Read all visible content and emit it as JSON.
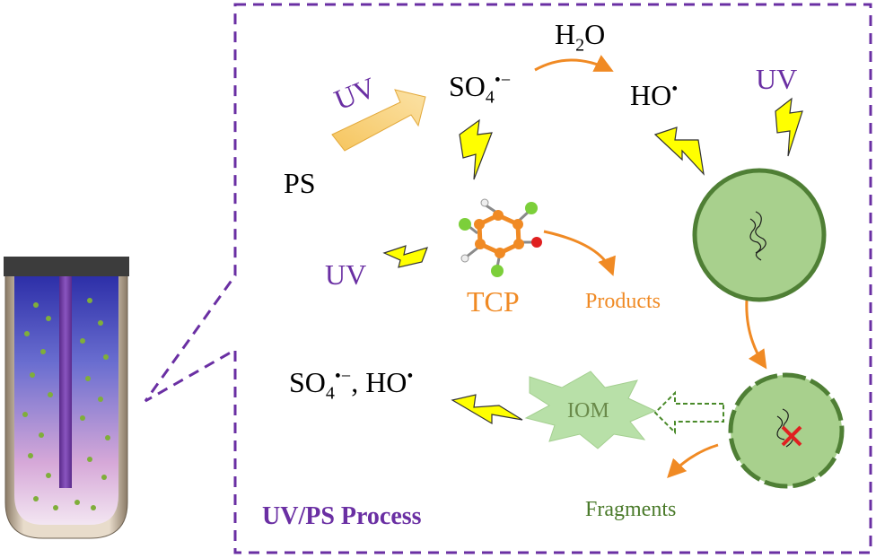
{
  "colors": {
    "frame": "#6a2fa3",
    "arrow": "#f08a24",
    "uv_text": "#6a2fa3",
    "tcp_text": "#f08a24",
    "cell_fill": "#a8d08d",
    "cell_border": "#4f7f35",
    "lightning_fill": "#ffff00",
    "bulb_arrow": "#f5c36b"
  },
  "labels": {
    "uv_top_left": "UV",
    "ps": "PS",
    "so4_main": "SO",
    "so4_sub": "4",
    "so4_sup": "•−",
    "h2o_main": "H",
    "h2o_sub": "2",
    "h2o_tail": "O",
    "ho": "HO",
    "ho_dot": "•",
    "uv_top_right": "UV",
    "uv_left": "UV",
    "tcp": "TCP",
    "products": "Products",
    "radicals_so4": "SO",
    "radicals_sub": "4",
    "radicals_sup": "•−",
    "radicals_rest": ", HO",
    "radicals_dot": "•",
    "iom": "IOM",
    "fragments": "Fragments",
    "process_title": "UV/PS Process"
  },
  "icons": {
    "lightning": "lightning-bolt-icon",
    "arrow": "reaction-arrow-icon",
    "cross": "red-x-mark-icon"
  }
}
